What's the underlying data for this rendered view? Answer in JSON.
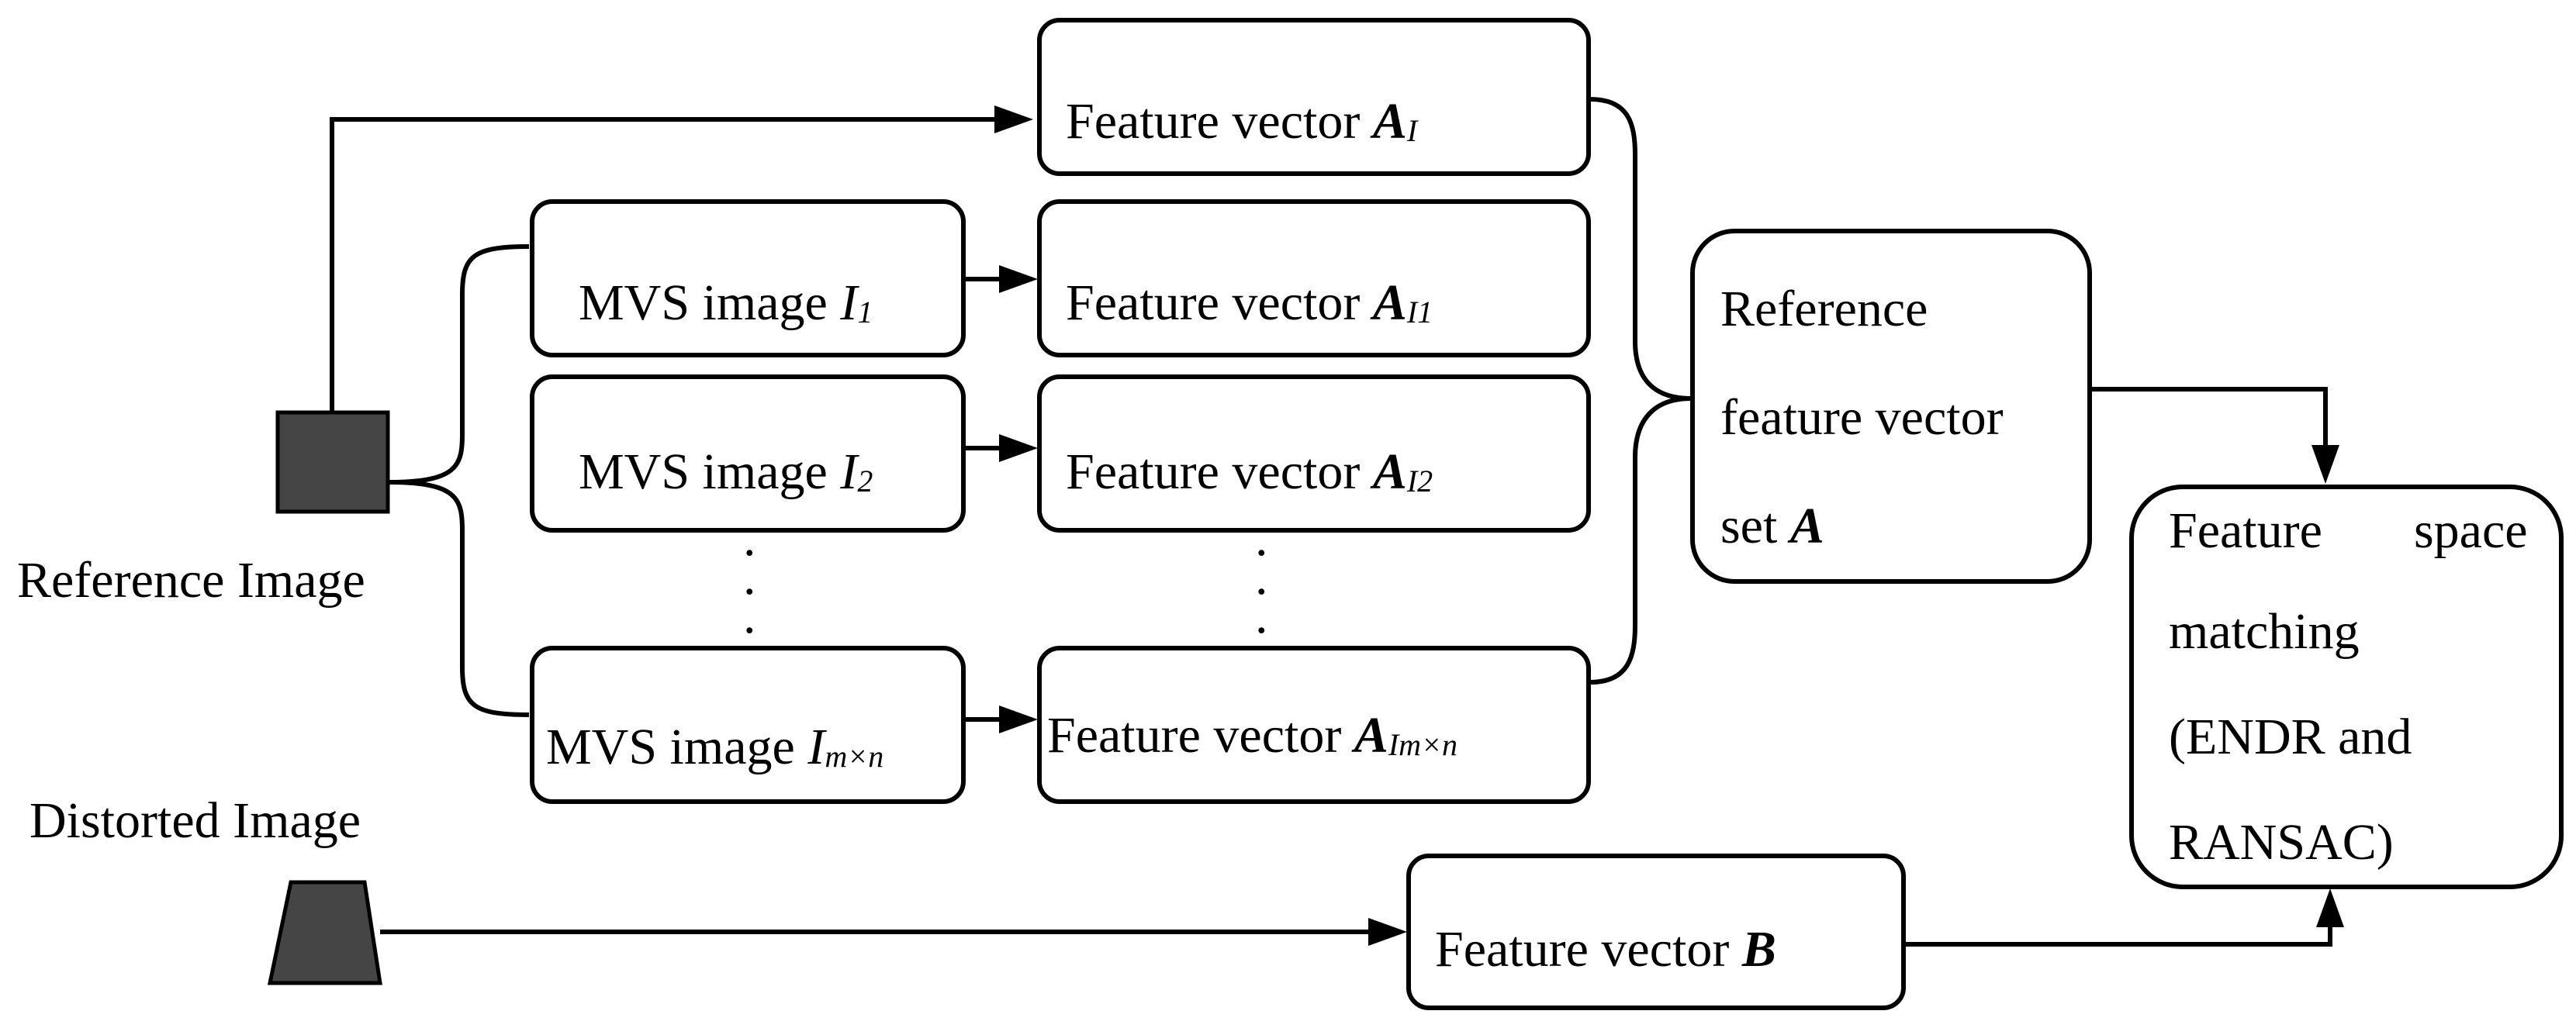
{
  "labels": {
    "reference_image": "Reference Image",
    "distorted_image": "Distorted Image"
  },
  "mvs_images": [
    {
      "prefix": "MVS image ",
      "var": "I",
      "sub": "1"
    },
    {
      "prefix": "MVS image ",
      "var": "I",
      "sub": "2"
    },
    {
      "prefix": "MVS image ",
      "var": "I",
      "sub": "m×n"
    }
  ],
  "feature_vectors": [
    {
      "prefix": "Feature vector ",
      "var": "A",
      "sub": "I"
    },
    {
      "prefix": "Feature vector ",
      "var": "A",
      "sub": "I1"
    },
    {
      "prefix": "Feature vector ",
      "var": "A",
      "sub": "I2"
    },
    {
      "prefix": "Feature vector ",
      "var": "A",
      "sub": "Im×n"
    }
  ],
  "feature_vector_b": {
    "prefix": "Feature vector ",
    "var": "B"
  },
  "reference_set": {
    "line1": "Reference",
    "line2": "feature vector",
    "line3_prefix": "set ",
    "line3_var": "A"
  },
  "matching": {
    "line1a": "Feature",
    "line1b": "space",
    "line2": "matching",
    "line3": "(ENDR and",
    "line4": "RANSAC)"
  },
  "ellipsis": {
    "dot": "."
  }
}
